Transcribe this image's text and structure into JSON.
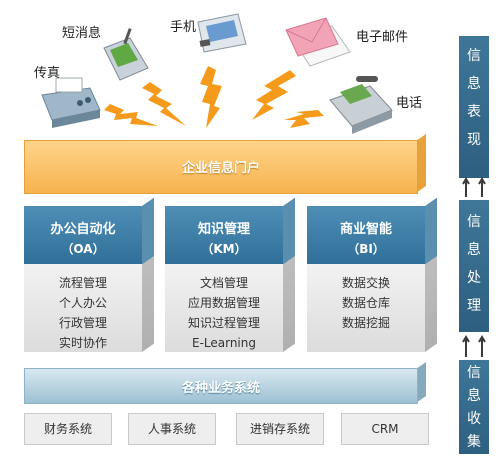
{
  "devices": {
    "sms": "短消息",
    "phone": "手机",
    "email": "电子邮件",
    "fax": "传真",
    "telephone": "电话"
  },
  "portal": {
    "label": "企业信息门户"
  },
  "modules": [
    {
      "title": "办公自动化",
      "abbr": "（OA）",
      "items": [
        "流程管理",
        "个人办公",
        "行政管理",
        "实时协作"
      ]
    },
    {
      "title": "知识管理",
      "abbr": "（KM）",
      "items": [
        "文档管理",
        "应用数据管理",
        "知识过程管理",
        "E-Learning"
      ]
    },
    {
      "title": "商业智能",
      "abbr": "（BI）",
      "items": [
        "数据交换",
        "数据仓库",
        "数据挖掘"
      ]
    }
  ],
  "business": {
    "label": "各种业务系统"
  },
  "systems": [
    "财务系统",
    "人事系统",
    "进销存系统",
    "CRM"
  ],
  "sidebar": {
    "present": [
      "信",
      "息",
      "表",
      "现"
    ],
    "process": [
      "信",
      "息",
      "处",
      "理"
    ],
    "collect": [
      "信",
      "息",
      "收",
      "集"
    ]
  },
  "colors": {
    "portal": "#f6b24e",
    "module_head": "#2f6f99",
    "sidebar": "#2d5f80",
    "lightning": "#f59a1a"
  }
}
